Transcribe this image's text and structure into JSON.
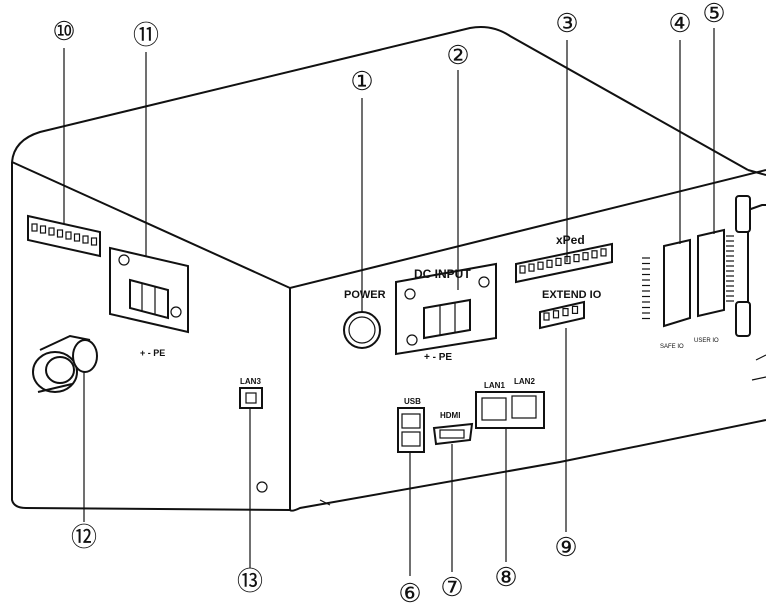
{
  "labels": {
    "power": "POWER",
    "dc_input": "DC INPUT",
    "dc_input_polarity": "+ -  PE",
    "xped": "xPed",
    "extend_io": "EXTEND IO",
    "usb": "USB",
    "hdmi": "HDMI",
    "lan1": "LAN1",
    "lan2": "LAN2",
    "lan3": "LAN3",
    "dc_output_polarity": "+ -  PE",
    "safe_io": "SAFE IO",
    "user_io": "USER IO"
  },
  "callouts": [
    "①",
    "②",
    "③",
    "④",
    "⑤",
    "⑥",
    "⑦",
    "⑧",
    "⑨",
    "⑩",
    "⑪",
    "⑫",
    "⑬"
  ]
}
